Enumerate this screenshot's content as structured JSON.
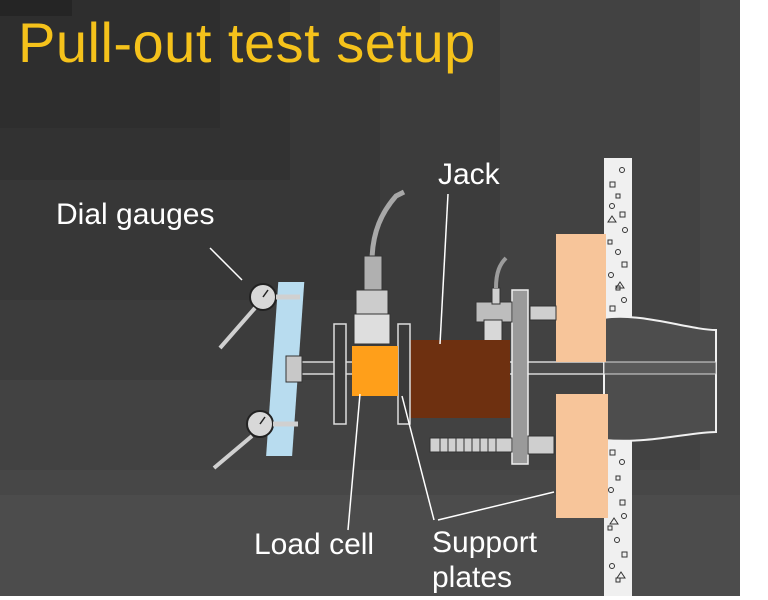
{
  "slide": {
    "title": "Pull-out test setup",
    "labels": {
      "dial_gauges": "Dial gauges",
      "jack": "Jack",
      "load_cell": "Load cell",
      "support_plates_line1": "Support",
      "support_plates_line2": "plates"
    }
  },
  "colors": {
    "title": "#f5c21b",
    "label_text": "#ffffff",
    "background": "#4c4c4c",
    "load_cell": "#ff9f1a",
    "jack": "#6e3010",
    "support_blocks": "#f7c59a",
    "front_plate": "#b8dcef",
    "concrete": "#f0f0f0"
  },
  "icons": {
    "dial_gauge": "dial-gauge-icon",
    "hydraulic_jack": "hydraulic-jack-icon",
    "load_cell": "load-cell-icon"
  }
}
